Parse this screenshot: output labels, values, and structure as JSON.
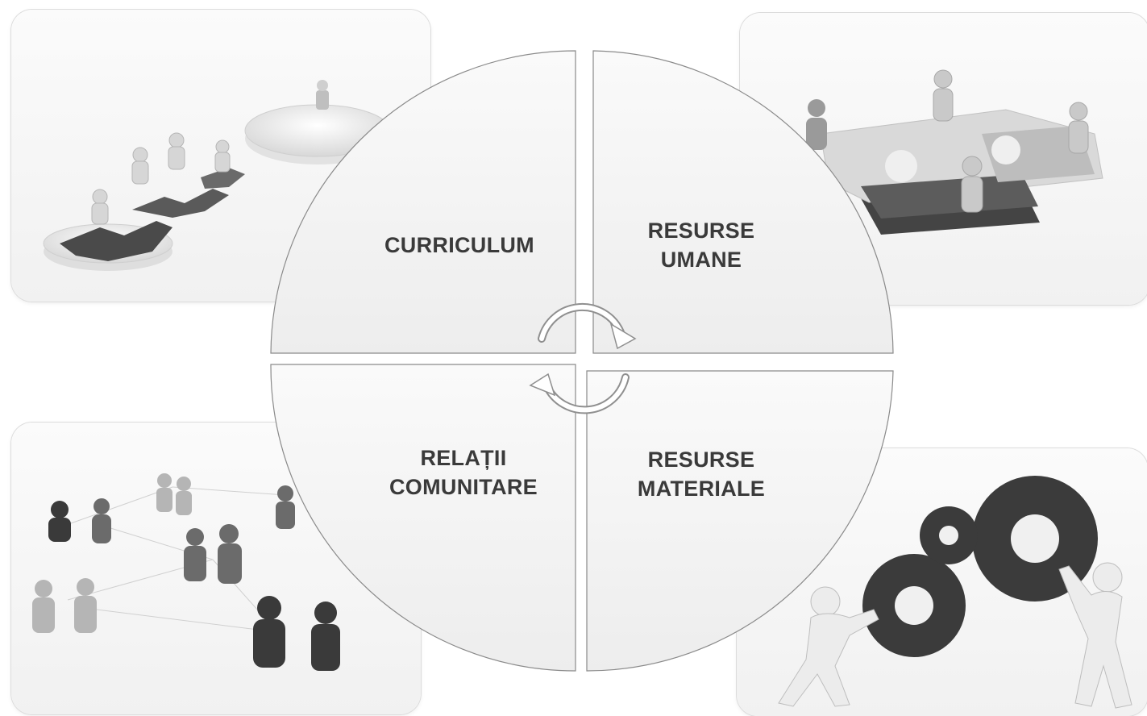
{
  "quadrants": {
    "top_left": {
      "line1": "CURRICULUM",
      "line2": ""
    },
    "top_right": {
      "line1": "RESURSE",
      "line2": "UMANE"
    },
    "bottom_left": {
      "line1": "RELAȚII",
      "line2": "COMUNITARE"
    },
    "bottom_right": {
      "line1": "RESURSE",
      "line2": "MATERIALE"
    }
  },
  "icons": {
    "top_left_image": "puzzle-people-path-icon",
    "top_right_image": "puzzle-people-team-icon",
    "bottom_left_image": "people-network-icon",
    "bottom_right_image": "people-pushing-gears-icon",
    "center_cycle": "cycle-arrows-icon"
  },
  "colors": {
    "wheel_fill": "#f3f3f3",
    "wheel_stroke": "#8a8a8a",
    "label_text": "#3a3a3a"
  }
}
